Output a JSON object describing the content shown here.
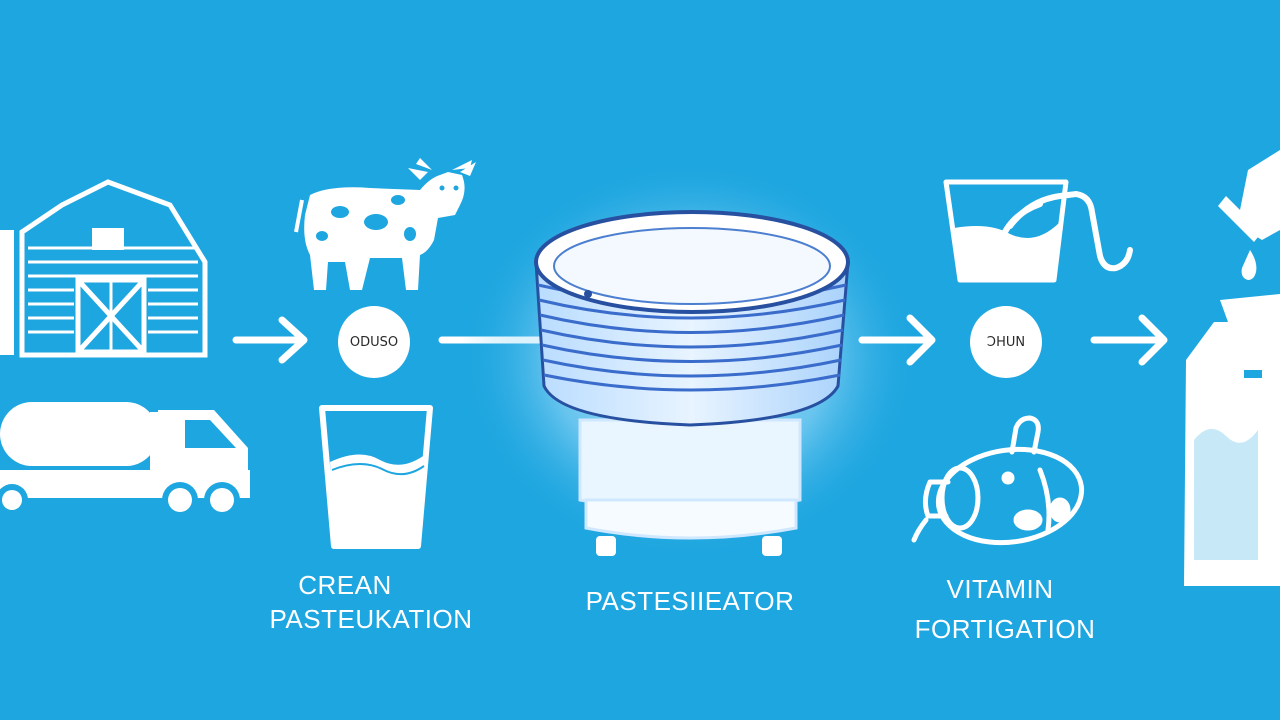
{
  "colors": {
    "background": "#1ea6e0",
    "foreground": "#ffffff"
  },
  "nodes": {
    "badge_1": "ODUSO",
    "badge_2": "ƆHUN"
  },
  "labels": {
    "cream": {
      "line1": "CREAN",
      "line2": "PASTEUKATION"
    },
    "pasteurization": "PASTESIIEATOR",
    "vitamin": {
      "line1": "VITAMIN",
      "line2": "FORTIGATION"
    }
  },
  "icons": [
    "barn-icon",
    "tanker-truck-icon",
    "cow-icon",
    "glass-of-milk-icon",
    "pasteurizer-tank-icon",
    "pouring-cup-icon",
    "vitamin-bottle-icon",
    "milk-carton-icon",
    "bottle-dripping-icon"
  ]
}
